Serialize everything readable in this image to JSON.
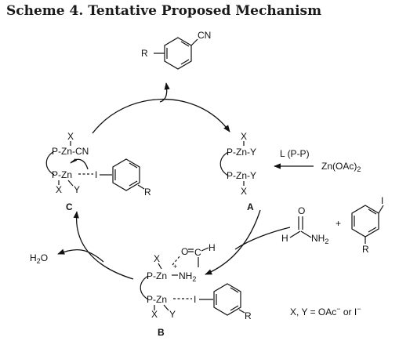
{
  "title": "Scheme 4. Tentative Proposed Mechanism",
  "colors": {
    "ink": "#111111",
    "background": "#ffffff"
  },
  "product": {
    "r": "R",
    "cn": "CN"
  },
  "species_a": {
    "label": "A",
    "top_x": "X",
    "top": "P-Zn-Y",
    "bottom": "P-Zn-Y",
    "bottom_x": "X"
  },
  "ligand_step": {
    "ligand": "L (P-P)",
    "zinc_salt": "Zn(OAc)",
    "zinc_salt_sub": "2"
  },
  "species_c": {
    "label": "C",
    "top_x": "X",
    "top": "P-Zn-CN",
    "bottom": "P-Zn",
    "iodine": "I",
    "x": "X",
    "y": "Y",
    "r": "R"
  },
  "species_b": {
    "label": "B",
    "x_top": "X",
    "o": "O",
    "h": "H",
    "c": "C",
    "plus": "+",
    "top": "P-Zn",
    "nh2": "NH",
    "nh2_sub": "2",
    "bottom": "P-Zn",
    "iodine": "I",
    "x": "X",
    "y": "Y",
    "r": "R"
  },
  "formamide": {
    "o": "O",
    "h": "H",
    "nh2": "NH",
    "nh2_sub": "2"
  },
  "plus_sign": "+",
  "aryl_iodide": {
    "i": "I",
    "r": "R"
  },
  "water": {
    "h": "H",
    "sub": "2",
    "o": "O"
  },
  "legend": {
    "text": "X, Y = OAc",
    "sup1": "−",
    "mid": " or I",
    "sup2": "−"
  }
}
